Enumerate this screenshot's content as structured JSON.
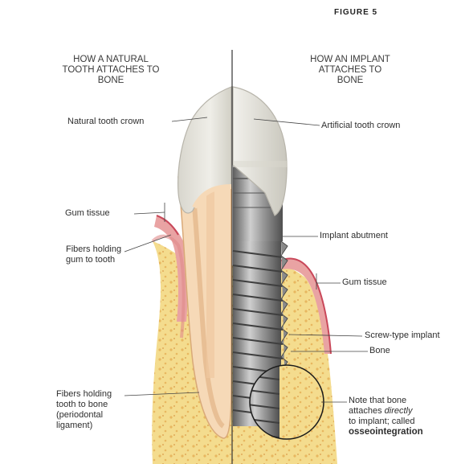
{
  "figure_label": "FIGURE 5",
  "headings": {
    "left": [
      "HOW A NATURAL",
      "TOOTH ATTACHES TO",
      "BONE"
    ],
    "right": [
      "HOW AN IMPLANT",
      "ATTACHES TO",
      "BONE"
    ]
  },
  "labels": {
    "natural_crown": "Natural tooth crown",
    "artificial_crown": "Artificial tooth crown",
    "gum_left": "Gum tissue",
    "fibers_gum": [
      "Fibers holding",
      "gum to tooth"
    ],
    "implant_abutment": "Implant abutment",
    "gum_right": "Gum tissue",
    "screw_implant": "Screw-type implant",
    "bone": "Bone",
    "fibers_bone": [
      "Fibers holding",
      "tooth to bone",
      "(periodontal",
      "ligament)"
    ],
    "note": {
      "line1": "Note that bone",
      "line2_pre": "attaches ",
      "line2_em": "directly",
      "line3": "to implant; called",
      "line4": "osseointegration"
    }
  },
  "colors": {
    "bone": "#f4dc8e",
    "bone_dots": "#e8b760",
    "gum": "#e9a3a3",
    "gum_edge": "#c9485a",
    "root": "#f6d9b7",
    "enamel": "#e4e2da",
    "metal_dark": "#6e6e6e",
    "metal_light": "#cfcfcf"
  }
}
